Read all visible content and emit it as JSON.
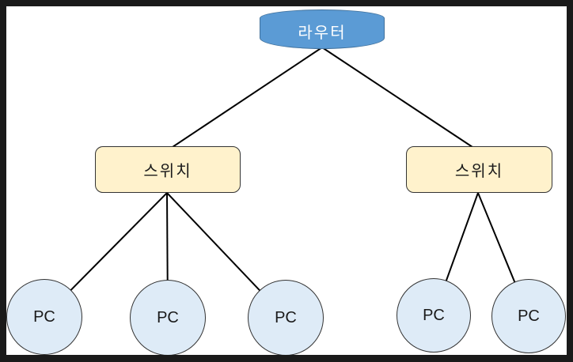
{
  "diagram": {
    "type": "network-topology-tree",
    "background_color": "#FFFFFF",
    "frame_color": "#1A1A1A",
    "edge_color": "#000000",
    "nodes": {
      "router": {
        "label": "라우터",
        "shape": "cylinder",
        "fill": "#5B9BD5",
        "stroke": "#41719C",
        "text_color": "#FFFFFF"
      },
      "switches": [
        {
          "label": "스위치",
          "shape": "rounded-rectangle",
          "fill": "#FFF2CC",
          "stroke": "#333333",
          "text_color": "#1A1A1A"
        },
        {
          "label": "스위치",
          "shape": "rounded-rectangle",
          "fill": "#FFF2CC",
          "stroke": "#333333",
          "text_color": "#1A1A1A"
        }
      ],
      "pcs": [
        {
          "label": "PC"
        },
        {
          "label": "PC"
        },
        {
          "label": "PC"
        },
        {
          "label": "PC"
        },
        {
          "label": "PC"
        }
      ],
      "pc_style": {
        "shape": "circle",
        "fill": "#DEEBF7",
        "stroke": "#333333",
        "text_color": "#1A1A1A"
      }
    },
    "edges": [
      {
        "from": "router",
        "to": "switch-left"
      },
      {
        "from": "router",
        "to": "switch-right"
      },
      {
        "from": "switch-left",
        "to": "pc-1"
      },
      {
        "from": "switch-left",
        "to": "pc-2"
      },
      {
        "from": "switch-left",
        "to": "pc-3"
      },
      {
        "from": "switch-right",
        "to": "pc-4"
      },
      {
        "from": "switch-right",
        "to": "pc-5"
      }
    ]
  }
}
